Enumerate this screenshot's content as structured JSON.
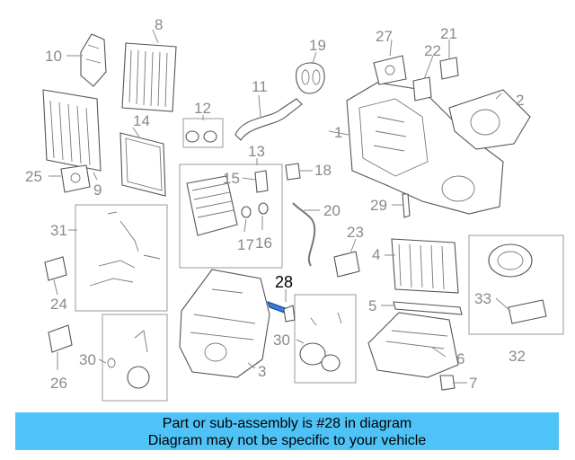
{
  "highlighted_part": "28",
  "callouts": [
    "1",
    "2",
    "3",
    "4",
    "5",
    "6",
    "7",
    "8",
    "9",
    "10",
    "11",
    "12",
    "13",
    "14",
    "15",
    "16",
    "17",
    "18",
    "19",
    "20",
    "21",
    "22",
    "23",
    "24",
    "25",
    "26",
    "27",
    "28",
    "29",
    "30",
    "30",
    "31",
    "32",
    "33"
  ],
  "banner": {
    "line1": "Part or sub-assembly is #28 in diagram",
    "line2": "Diagram may not be specific to your vehicle"
  },
  "colors": {
    "banner_bg": "#4fc3f7",
    "callout": "#8a8a8a",
    "highlight_part": "#3a7bd5"
  }
}
